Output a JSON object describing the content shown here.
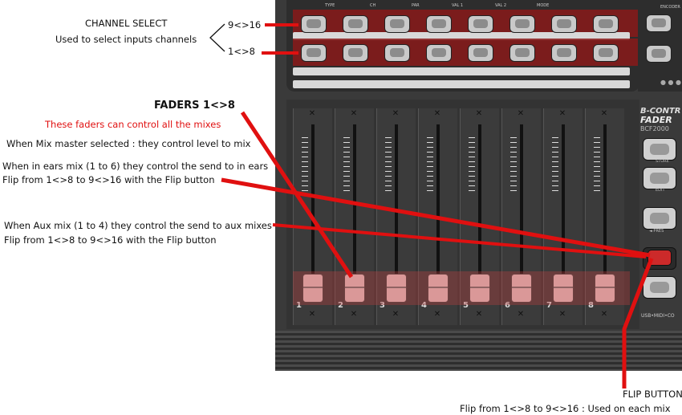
{
  "device": {
    "top_labels": [
      "TYPE",
      "CH",
      "PAR",
      "VAL 1",
      "VAL 2",
      "MODE"
    ],
    "encoder_label": "ENCODER",
    "brand_line1": "B-CONTR",
    "brand_line2": "FADER",
    "model": "BCF2000",
    "store_label": "STORE",
    "edit_label": "EDIT",
    "preset_label": "◄  PRES",
    "usb_label": "USB•MIDI•CO",
    "channels": [
      "1",
      "2",
      "3",
      "4",
      "5",
      "6",
      "7",
      "8"
    ]
  },
  "annotations": {
    "channel_select_title": "CHANNEL SELECT",
    "channel_select_desc": "Used to select inputs channels",
    "row_top_label": "9<>16",
    "row_bottom_label": "1<>8",
    "faders_title": "FADERS 1<>8",
    "faders_subtitle": "These faders can control all the mixes",
    "mix_master_text": "When Mix master selected : they control level to mix",
    "in_ears_text": "When in ears mix (1 to 6) they control the send to in ears",
    "in_ears_flip": "Flip from 1<>8 to 9<>16 with the Flip button",
    "aux_text": "When Aux mix (1 to 4) they control the send to aux mixes",
    "aux_flip": "Flip from 1<>8 to 9<>16 with the Flip button",
    "flip_title": "FLIP BUTTON",
    "flip_desc": "Flip from 1<>8 to 9<>16 : Used on each mix"
  },
  "colors": {
    "accent_red": "#e01010",
    "device_body": "#3a3a3a"
  }
}
